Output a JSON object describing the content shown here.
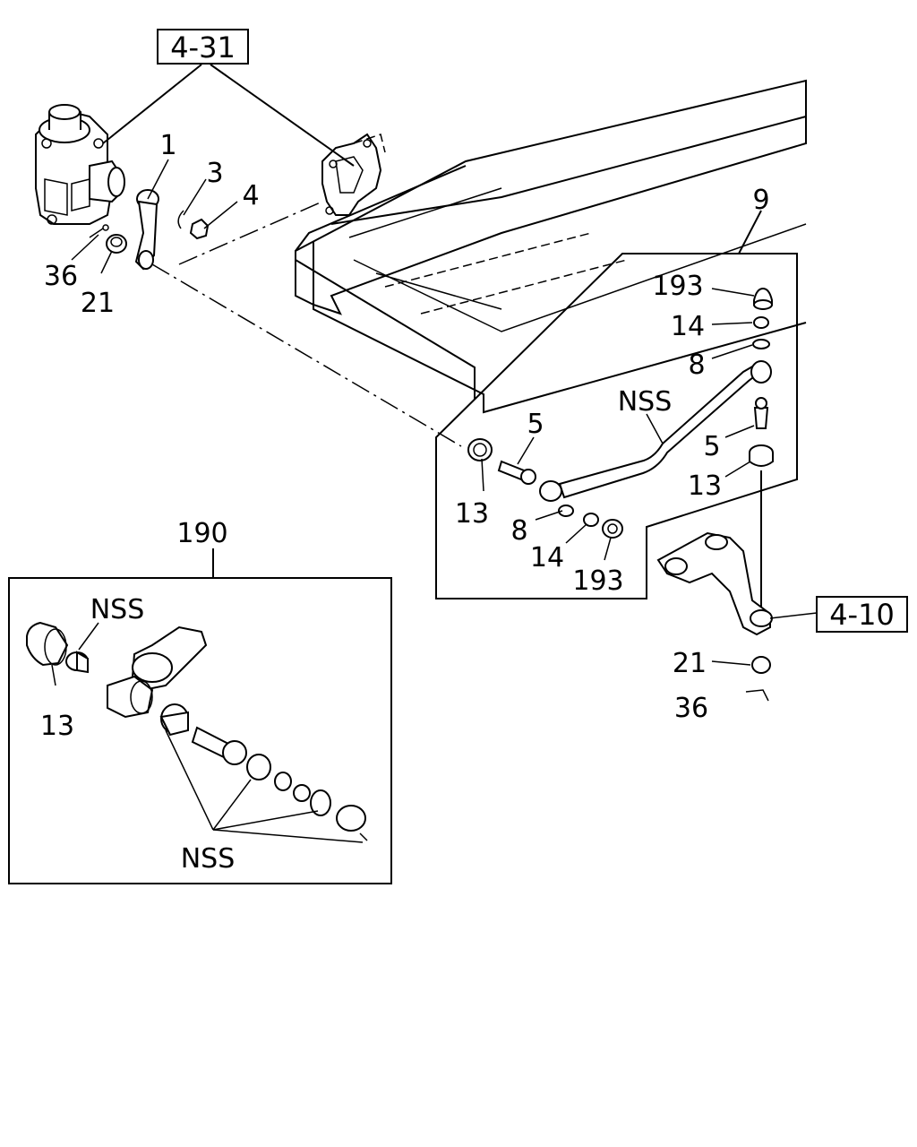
{
  "references": {
    "steering_gear_ref": "4-31",
    "idler_arm_ref": "4-10"
  },
  "callouts": {
    "c1": "1",
    "c3": "3",
    "c4": "4",
    "c36_top": "36",
    "c21_top": "21",
    "c9": "9",
    "c193_top": "193",
    "c14_top": "14",
    "c8_top": "8",
    "c5_right": "5",
    "c13_right": "13",
    "c5_left": "5",
    "c13_left": "13",
    "c8_left": "8",
    "c14_left": "14",
    "c193_left": "193",
    "nss_rod": "NSS",
    "c21_bottom": "21",
    "c36_bottom": "36",
    "c190": "190",
    "nss_kit_top": "NSS",
    "c13_kit": "13",
    "nss_kit_bottom": "NSS"
  },
  "colors": {
    "line": "#000000",
    "background": "#ffffff"
  }
}
